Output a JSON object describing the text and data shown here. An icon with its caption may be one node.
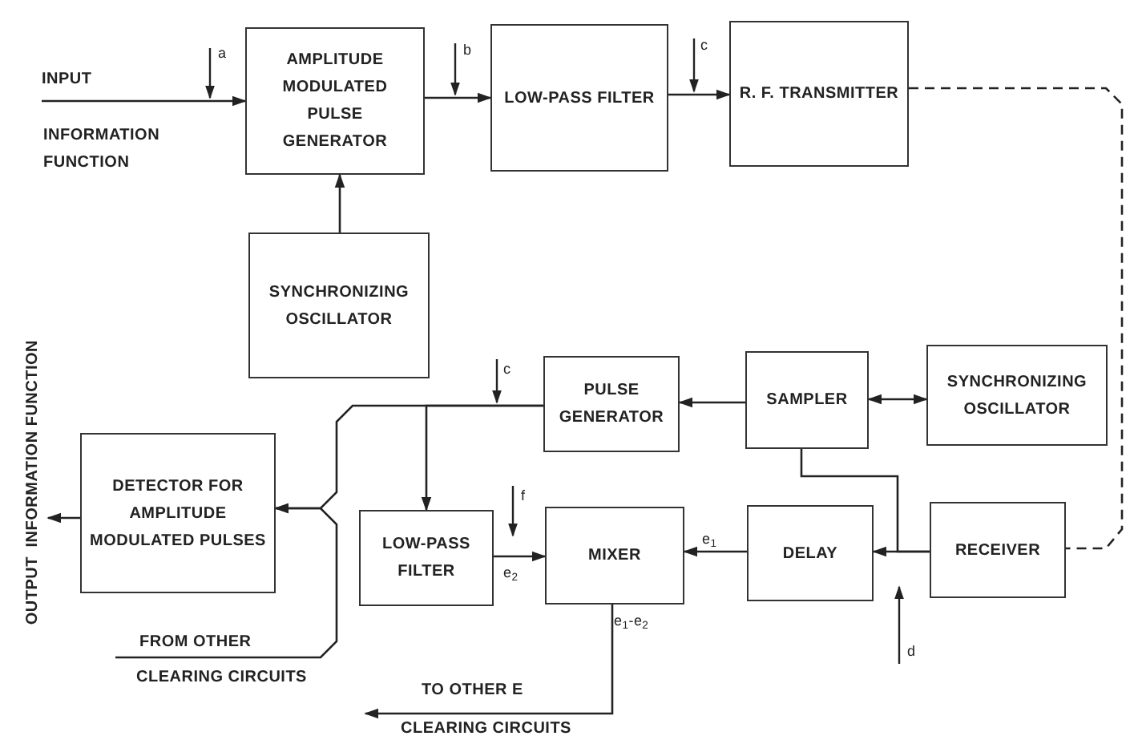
{
  "diagram": {
    "nodes": [
      {
        "text": [
          "AMPLITUDE MODULATED PULSE GENERATOR"
        ]
      },
      {
        "text": [
          "LOW-PASS FILTER"
        ]
      },
      {
        "text": [
          "R. F. TRANSMITTER"
        ]
      },
      {
        "text": [
          "SYNCHRONIZING OSCILLATOR"
        ]
      },
      {
        "text": [
          "PULSE GENERATOR"
        ]
      },
      {
        "text": [
          "SAMPLER"
        ]
      },
      {
        "text": [
          "SYNCHRONIZING OSCILLATOR"
        ]
      },
      {
        "text": [
          "DETECTOR FOR AMPLITUDE MODULATED PULSES"
        ]
      },
      {
        "text": [
          "LOW-PASS FILTER"
        ]
      },
      {
        "text": [
          "MIXER"
        ]
      },
      {
        "text": [
          "DELAY"
        ]
      },
      {
        "text": [
          "RECEIVER"
        ]
      },
      {
        "text": [
          "INFORMATION FUNCTION",
          "OUTPUT"
        ]
      }
    ],
    "edges": [
      {
        "from": null,
        "to": 0,
        "arrow": "to"
      },
      {
        "from": 0,
        "to": 1,
        "arrow": "to"
      },
      {
        "from": 1,
        "to": 2,
        "arrow": "to"
      },
      {
        "from": 2,
        "to": 11,
        "arrow": "none",
        "style": "dashed"
      },
      {
        "from": 3,
        "to": 0,
        "arrow": "to"
      },
      {
        "from": 5,
        "to": 4,
        "arrow": "to"
      },
      {
        "from": 5,
        "to": 6,
        "arrow": "both"
      },
      {
        "from": 11,
        "to": 10,
        "arrow": "to"
      },
      {
        "from": 11,
        "to": 5,
        "arrow": "none"
      },
      {
        "from": 10,
        "to": 9,
        "arrow": "to"
      },
      {
        "from": 8,
        "to": 9,
        "arrow": "to"
      },
      {
        "from": 4,
        "to": 7,
        "arrow": "to"
      },
      {
        "from": 4,
        "to": 8,
        "arrow": "to"
      },
      {
        "from": null,
        "to": 7,
        "arrow": "to"
      },
      {
        "from": 9,
        "to": null,
        "arrow": "to"
      },
      {
        "from": 7,
        "to": 12,
        "arrow": "to"
      }
    ],
    "labels": [
      "INPUT",
      "a",
      "b",
      "c",
      "INFORMATION FUNCTION",
      "c",
      "f",
      "e$_{2}$",
      "e$_{1}$",
      "e$_{1}$-e$_{2}$",
      "d",
      "FROM OTHER",
      "CLEARING CIRCUITS",
      "TO OTHER E",
      "CLEARING CIRCUITS"
    ]
  }
}
